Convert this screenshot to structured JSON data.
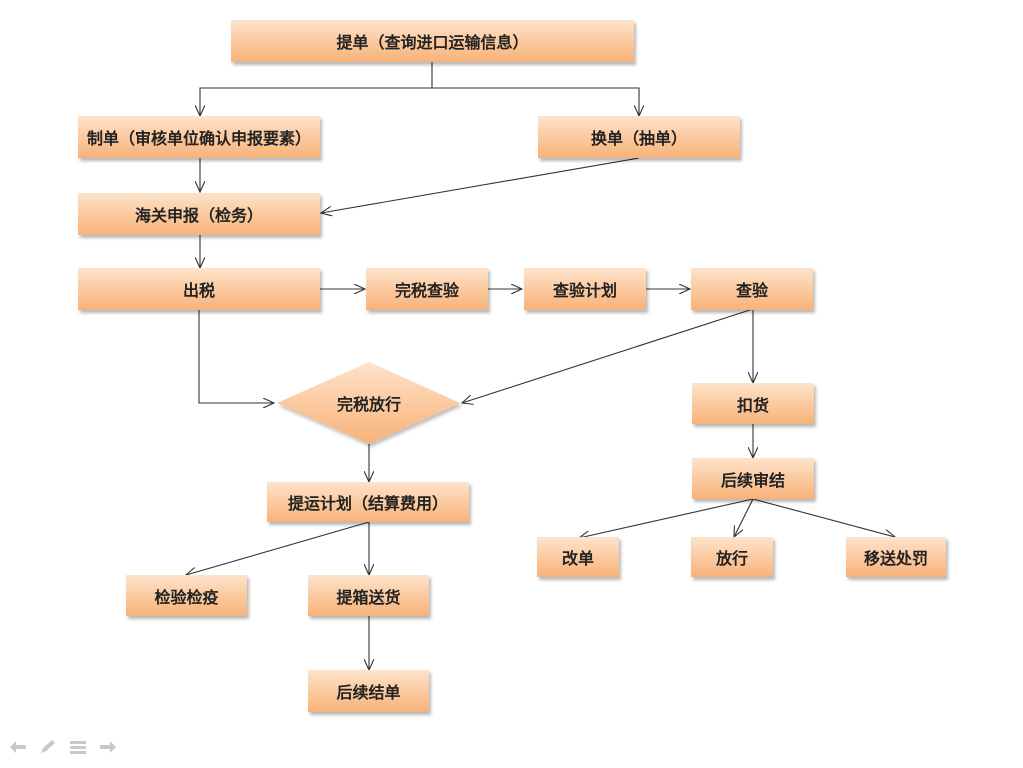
{
  "nodes": {
    "bill_query": "提单（查询进口运输信息）",
    "make_doc": "制单（审核单位确认申报要素）",
    "exchange_doc": "换单（抽单）",
    "customs_declare": "海关申报（检务）",
    "tax_out": "出税",
    "tax_inspect": "完税查验",
    "inspect_plan": "查验计划",
    "inspect": "查验",
    "tax_release": "完税放行",
    "detain": "扣货",
    "followup_review": "后续审结",
    "pickup_plan": "提运计划（结算费用）",
    "modify_doc": "改单",
    "release": "放行",
    "transfer_penalty": "移送处罚",
    "quarantine": "检验检疫",
    "container_delivery": "提箱送货",
    "followup_close": "后续结单"
  },
  "nav": {
    "back_icon": "arrow-left-icon",
    "pen_icon": "pen-icon",
    "menu_icon": "menu-icon",
    "forward_icon": "arrow-right-icon"
  }
}
